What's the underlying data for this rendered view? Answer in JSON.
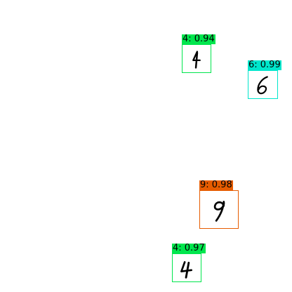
{
  "detections": [
    {
      "id": "det-4-top",
      "class": "4",
      "score": "0.94",
      "label": "4: 0.94",
      "color": "#00e64d"
    },
    {
      "id": "det-6",
      "class": "6",
      "score": "0.99",
      "label": "6: 0.99",
      "color": "#00e6cc"
    },
    {
      "id": "det-9",
      "class": "9",
      "score": "0.98",
      "label": "9: 0.98",
      "color": "#e65c00"
    },
    {
      "id": "det-4-bottom",
      "class": "4",
      "score": "0.97",
      "label": "4: 0.97",
      "color": "#00e64d"
    }
  ]
}
